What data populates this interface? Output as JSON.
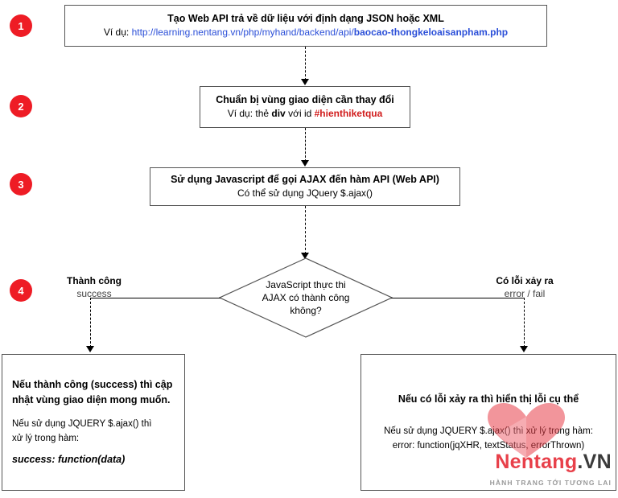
{
  "steps": [
    {
      "num": "1"
    },
    {
      "num": "2"
    },
    {
      "num": "3"
    },
    {
      "num": "4"
    }
  ],
  "boxes": {
    "step1": {
      "title": "Tạo Web API trả về dữ liệu với định dạng JSON hoặc XML",
      "example_prefix": "Ví dụ: ",
      "example_url_plain": "http://learning.nentang.vn/php/myhand/backend/api/",
      "example_url_bold": "baocao-thongkeloaisanpham.php"
    },
    "step2": {
      "title": "Chuẩn bị vùng giao diện cần thay đổi",
      "example_prefix": "Ví dụ: thẻ ",
      "example_tag": "div",
      "example_mid": " với id ",
      "example_id": "#hienthiketqua"
    },
    "step3": {
      "title": "Sử dụng Javascript để gọi AJAX đến hàm API (Web API)",
      "subtitle": "Có thể sử dụng JQuery $.ajax()"
    },
    "decision": {
      "line1": "JavaScript thực thi",
      "line2": "AJAX có thành công",
      "line3": "không?"
    },
    "branch_left": {
      "label": "Thành công",
      "sub": "success"
    },
    "branch_right": {
      "label": "Có lỗi xảy ra",
      "sub": "error / fail"
    },
    "success_box": {
      "line1": "Nếu thành công (success) thì cập",
      "line2": "nhật vùng giao diện mong muốn.",
      "line3": "Nếu sử dụng JQUERY $.ajax() thì",
      "line4": "xử lý trong hàm:",
      "line5": "success: function(data)"
    },
    "error_box": {
      "line1": "Nếu có lỗi xảy ra thì hiển thị lỗi cụ thể",
      "line2": "Nếu sử dụng JQUERY $.ajax() thì xử lý trong hàm:",
      "line3": "error: function(jqXHR, textStatus, errorThrown)"
    }
  },
  "watermark": {
    "brand_main": "Nentang",
    "brand_suffix": ".VN",
    "tagline": "HÀNH TRANG TỚI TƯƠNG LAI"
  },
  "colors": {
    "step_circle": "#ee1c25",
    "link_blue": "#2b4fd8",
    "id_red": "#d11c1c",
    "box_border": "#555555",
    "watermark_red": "#e8404a"
  }
}
